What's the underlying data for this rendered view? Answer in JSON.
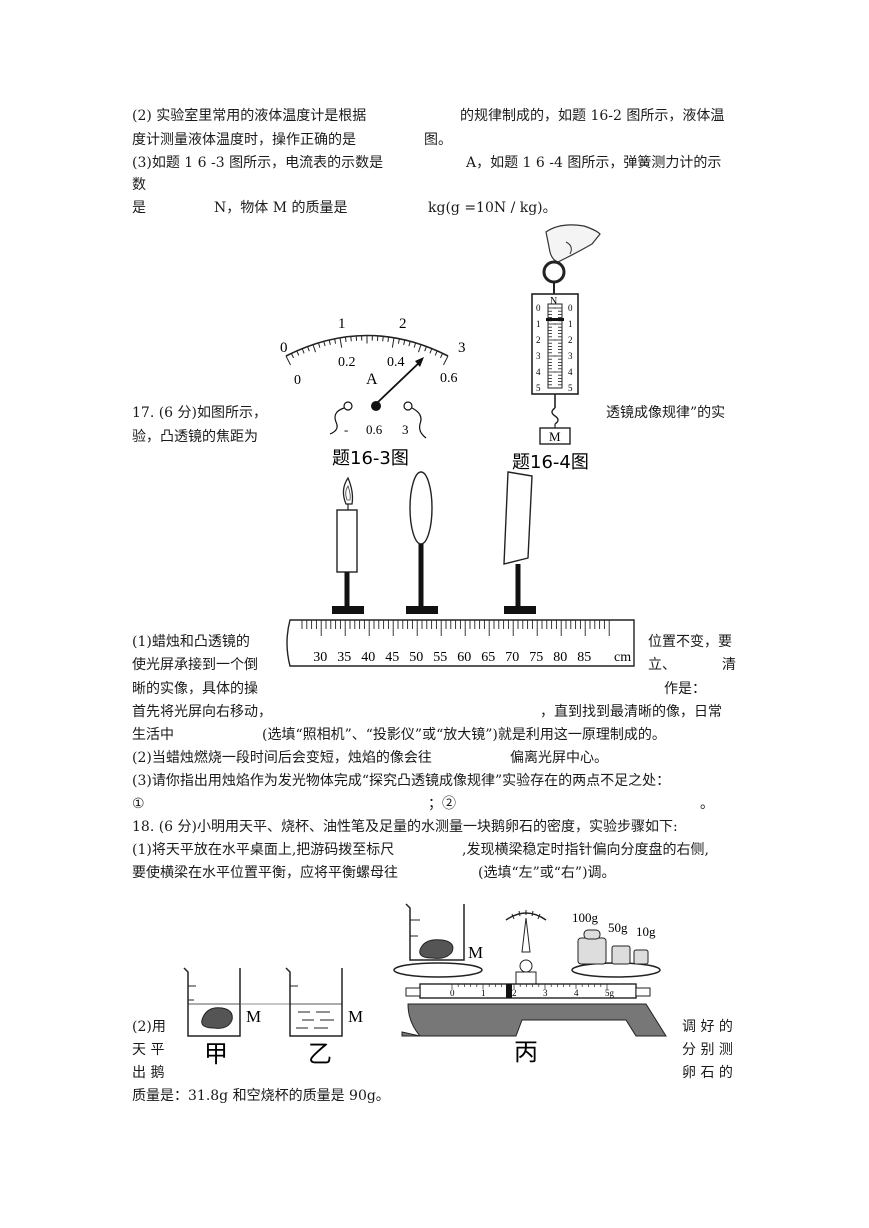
{
  "q16": {
    "p2_a": "(2) 实验室里常用的液体温度计是根据",
    "p2_b": "的规律制成的，如题 16-2 图所示，液体温",
    "p2_c": "度计测量液体温度时，操作正确的是",
    "p2_d": "图。",
    "p3_a": "(3)如题 1 6 -3 图所示，电流表的示数是",
    "p3_b": "A，如题 1 6 -4 图所示，弹簧测力计的示",
    "p3_c": "数",
    "p3_d": "是",
    "p3_e": "N，物体 M 的质量是",
    "p3_f": "kg(g =10N / kg)。"
  },
  "fig16_3": {
    "caption": "题16-3图",
    "major_ticks": [
      "0",
      "1",
      "2",
      "3"
    ],
    "minor_ticks": [
      "0",
      "0.2",
      "0.4",
      "0.6"
    ],
    "unit": "A",
    "terminals": [
      "-",
      "0.6",
      "3"
    ]
  },
  "fig16_4": {
    "caption": "题16-4图",
    "unit": "N",
    "scale_left": [
      "0",
      "1",
      "2",
      "3",
      "4",
      "5"
    ],
    "scale_right": [
      "0",
      "1",
      "2",
      "3",
      "4",
      "5"
    ],
    "mass_label": "M"
  },
  "q17": {
    "l1_a": "17. (6 分)如图所示，",
    "l1_b": "透镜成像规律”的实",
    "l2": "验，凸透镜的焦距为",
    "p1_a": "(1)蜡烛和凸透镜的",
    "p1_b": "位置不变，要",
    "p1_c": "使光屏承接到一个倒",
    "p1_d": "立、",
    "p1_e": "清",
    "p1_f": "晰的实像，具体的操",
    "p1_g": "作是：",
    "p1_h": "首先将光屏向右移动，",
    "p1_i": "，直到找到最清晰的像，日常",
    "p1_j": "生活中",
    "p1_k": "(选填“照相机”、“投影仪”或“放大镜”)就是利用这一原理制成的。",
    "p2_a": "(2)当蜡烛燃烧一段时间后会变短，烛焰的像会往",
    "p2_b": "偏离光屏中心。",
    "p3": "(3)请你指出用烛焰作为发光物体完成“探究凸透镜成像规律”实验存在的两点不足之处：",
    "p3_1": "①",
    "p3_2": "；②",
    "p3_end": "。"
  },
  "bench": {
    "ruler_labels": [
      "30",
      "35",
      "40",
      "45",
      "50",
      "55",
      "60",
      "65",
      "70",
      "75",
      "80",
      "85"
    ],
    "unit": "cm"
  },
  "q18": {
    "l1": "18. (6 分)小明用天平、烧杯、油性笔及足量的水测量一块鹅卵石的密度，实验步骤如下:",
    "l2_a": "(1)将天平放在水平桌面上,把游码拨至标尺",
    "l2_b": ",发现横梁稳定时指针偏向分度盘的右侧,",
    "l3_a": "要使横梁在水平位置平衡，应将平衡螺母往",
    "l3_b": "(选填“左”或“右”)调。",
    "p2_a": "(2)用",
    "p2_b": "调 好 的",
    "p2_c": "天 平",
    "p2_d": "分 别 测",
    "p2_e": "出 鹅",
    "p2_f": "卵 石 的",
    "p2_g": "质量是：31.8g 和空烧杯的质量是 90g。"
  },
  "fig18": {
    "label_jia": "甲",
    "label_yi": "乙",
    "label_bing": "丙",
    "marker": "M",
    "weights": [
      "100g",
      "50g",
      "10g"
    ],
    "slider_labels": [
      "0",
      "1",
      "2",
      "3",
      "4",
      "5g"
    ]
  }
}
